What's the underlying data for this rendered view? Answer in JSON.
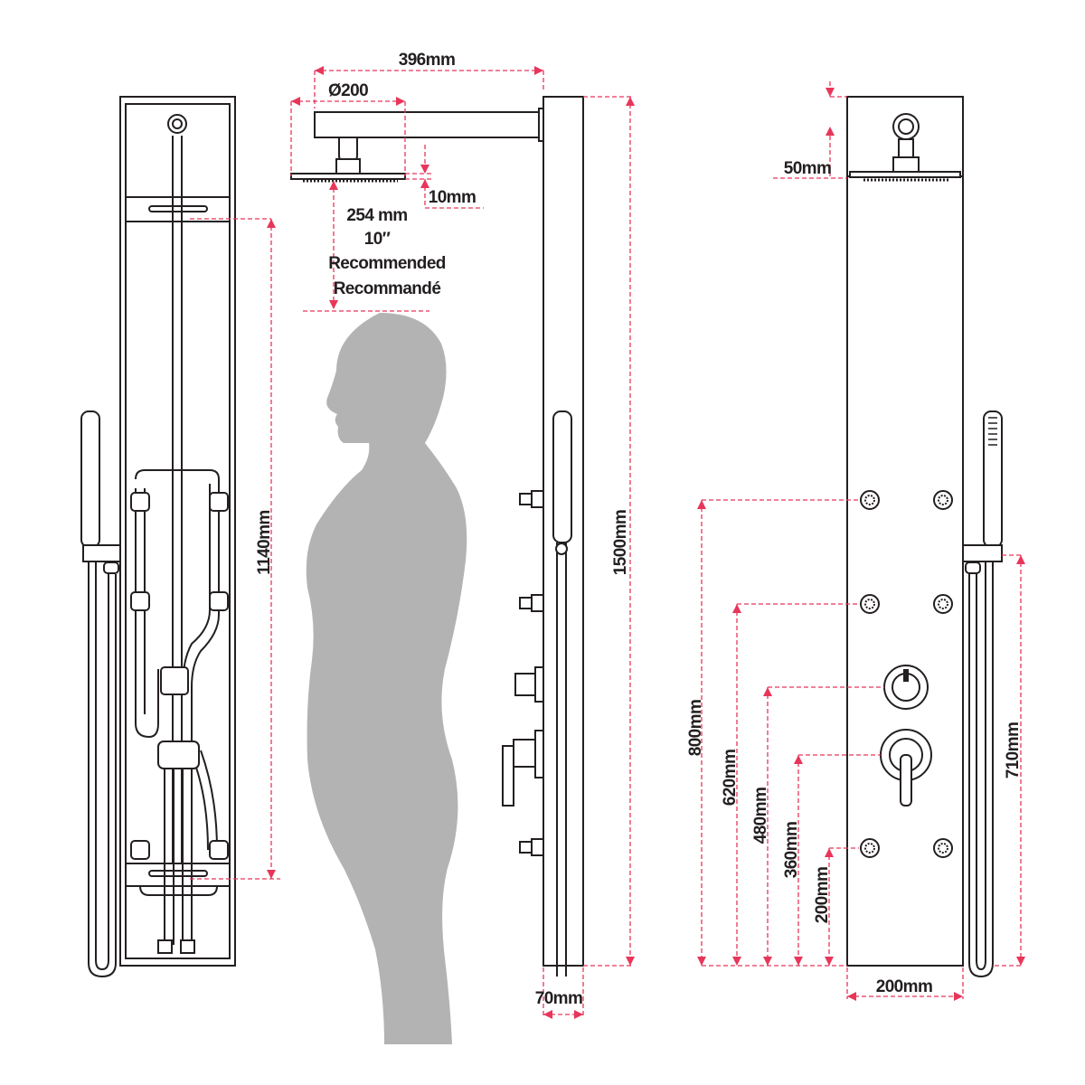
{
  "title": "Shower panel dimension diagram",
  "colors": {
    "dimension": "#e8365a",
    "outline": "#231f20",
    "silhouette": "#b3b3b3"
  },
  "dimensions": {
    "arm_length": "396mm",
    "head_diameter": "Ø200",
    "head_thickness": "10mm",
    "head_clearance": "254 mm",
    "head_clearance_in": "10″",
    "recommended_en": "Recommended",
    "recommended_fr": "Recommandé",
    "internal_height": "1140mm",
    "panel_height": "1500mm",
    "panel_depth": "70mm",
    "top_offset": "50mm",
    "jet_top": "800mm",
    "jet_mid": "620mm",
    "diverter": "480mm",
    "mixer": "360mm",
    "jet_bottom": "200mm",
    "handshower_holder": "710mm",
    "panel_width": "200mm"
  }
}
